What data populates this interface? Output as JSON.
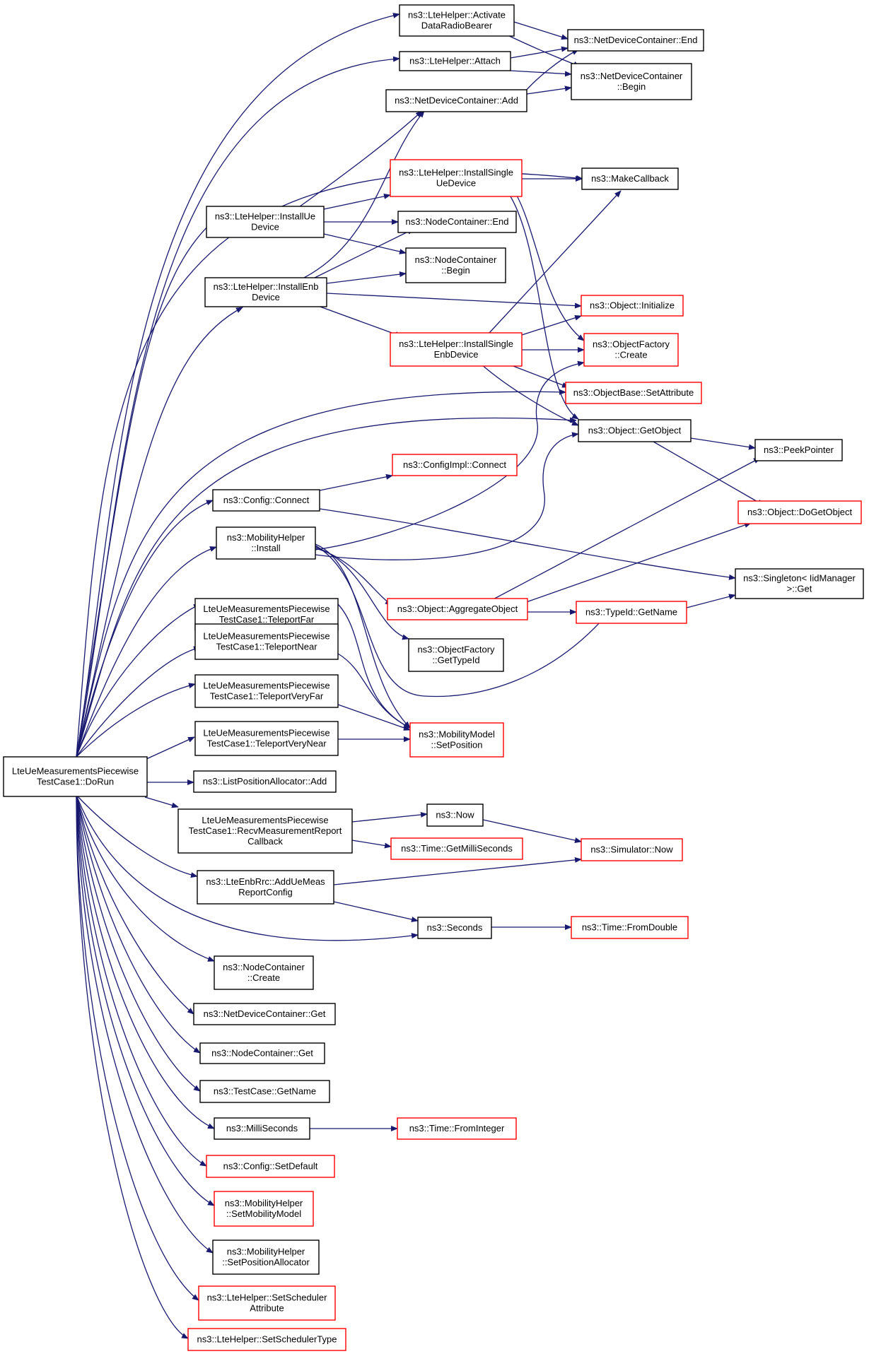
{
  "colors": {
    "edge": "#191970",
    "normal_border": "#000000",
    "incomplete_border": "#ff0000",
    "root_fill": "#bfbfbf",
    "node_fill": "#ffffff"
  },
  "nodes": [
    {
      "id": "dorun",
      "lines": [
        "LteUeMeasurementsPiecewise",
        "TestCase1::DoRun"
      ],
      "style": "root"
    },
    {
      "id": "activate",
      "lines": [
        "ns3::LteHelper::Activate",
        "DataRadioBearer"
      ],
      "style": "normal"
    },
    {
      "id": "attach",
      "lines": [
        "ns3::LteHelper::Attach"
      ],
      "style": "normal"
    },
    {
      "id": "ndcadd",
      "lines": [
        "ns3::NetDeviceContainer::Add"
      ],
      "style": "normal"
    },
    {
      "id": "ndcend",
      "lines": [
        "ns3::NetDeviceContainer::End"
      ],
      "style": "normal"
    },
    {
      "id": "ndcbegin",
      "lines": [
        "ns3::NetDeviceContainer",
        "::Begin"
      ],
      "style": "normal"
    },
    {
      "id": "installue",
      "lines": [
        "ns3::LteHelper::InstallUe",
        "Device"
      ],
      "style": "normal"
    },
    {
      "id": "installsingleue",
      "lines": [
        "ns3::LteHelper::InstallSingle",
        "UeDevice"
      ],
      "style": "incomplete"
    },
    {
      "id": "makecallback",
      "lines": [
        "ns3::MakeCallback"
      ],
      "style": "normal"
    },
    {
      "id": "ncend",
      "lines": [
        "ns3::NodeContainer::End"
      ],
      "style": "normal"
    },
    {
      "id": "ncbegin",
      "lines": [
        "ns3::NodeContainer",
        "::Begin"
      ],
      "style": "normal"
    },
    {
      "id": "installenb",
      "lines": [
        "ns3::LteHelper::InstallEnb",
        "Device"
      ],
      "style": "normal"
    },
    {
      "id": "objinit",
      "lines": [
        "ns3::Object::Initialize"
      ],
      "style": "incomplete"
    },
    {
      "id": "installsingleenb",
      "lines": [
        "ns3::LteHelper::InstallSingle",
        "EnbDevice"
      ],
      "style": "incomplete"
    },
    {
      "id": "objfactorycreate",
      "lines": [
        "ns3::ObjectFactory",
        "::Create"
      ],
      "style": "incomplete"
    },
    {
      "id": "setattr",
      "lines": [
        "ns3::ObjectBase::SetAttribute"
      ],
      "style": "incomplete"
    },
    {
      "id": "getobject",
      "lines": [
        "ns3::Object::GetObject"
      ],
      "style": "normal"
    },
    {
      "id": "peekpointer",
      "lines": [
        "ns3::PeekPointer"
      ],
      "style": "normal"
    },
    {
      "id": "configimplconnect",
      "lines": [
        "ns3::ConfigImpl::Connect"
      ],
      "style": "incomplete"
    },
    {
      "id": "configconnect",
      "lines": [
        "ns3::Config::Connect"
      ],
      "style": "normal"
    },
    {
      "id": "dogetobject",
      "lines": [
        "ns3::Object::DoGetObject"
      ],
      "style": "incomplete"
    },
    {
      "id": "mobinstall",
      "lines": [
        "ns3::MobilityHelper",
        "::Install"
      ],
      "style": "normal"
    },
    {
      "id": "singleton",
      "lines": [
        "ns3::Singleton< IidManager",
        ">::Get"
      ],
      "style": "normal"
    },
    {
      "id": "teleportfar",
      "lines": [
        "LteUeMeasurementsPiecewise",
        "TestCase1::TeleportFar"
      ],
      "style": "normal"
    },
    {
      "id": "aggregate",
      "lines": [
        "ns3::Object::AggregateObject"
      ],
      "style": "incomplete"
    },
    {
      "id": "typeidgetname",
      "lines": [
        "ns3::TypeId::GetName"
      ],
      "style": "incomplete"
    },
    {
      "id": "teleportnear",
      "lines": [
        "LteUeMeasurementsPiecewise",
        "TestCase1::TeleportNear"
      ],
      "style": "normal"
    },
    {
      "id": "objfactorygettypeid",
      "lines": [
        "ns3::ObjectFactory",
        "::GetTypeId"
      ],
      "style": "normal"
    },
    {
      "id": "teleportveryfar",
      "lines": [
        "LteUeMeasurementsPiecewise",
        "TestCase1::TeleportVeryFar"
      ],
      "style": "normal"
    },
    {
      "id": "setposition",
      "lines": [
        "ns3::MobilityModel",
        "::SetPosition"
      ],
      "style": "incomplete"
    },
    {
      "id": "teleportverynear",
      "lines": [
        "LteUeMeasurementsPiecewise",
        "TestCase1::TeleportVeryNear"
      ],
      "style": "normal"
    },
    {
      "id": "listposadd",
      "lines": [
        "ns3::ListPositionAllocator::Add"
      ],
      "style": "normal"
    },
    {
      "id": "recvmeas",
      "lines": [
        "LteUeMeasurementsPiecewise",
        "TestCase1::RecvMeasurementReport",
        "Callback"
      ],
      "style": "normal"
    },
    {
      "id": "now",
      "lines": [
        "ns3::Now"
      ],
      "style": "normal"
    },
    {
      "id": "getmilliseconds",
      "lines": [
        "ns3::Time::GetMilliSeconds"
      ],
      "style": "incomplete"
    },
    {
      "id": "simnow",
      "lines": [
        "ns3::Simulator::Now"
      ],
      "style": "incomplete"
    },
    {
      "id": "adduemeas",
      "lines": [
        "ns3::LteEnbRrc::AddUeMeas",
        "ReportConfig"
      ],
      "style": "normal"
    },
    {
      "id": "seconds",
      "lines": [
        "ns3::Seconds"
      ],
      "style": "normal"
    },
    {
      "id": "fromdouble",
      "lines": [
        "ns3::Time::FromDouble"
      ],
      "style": "incomplete"
    },
    {
      "id": "nccreate",
      "lines": [
        "ns3::NodeContainer",
        "::Create"
      ],
      "style": "normal"
    },
    {
      "id": "ndcget",
      "lines": [
        "ns3::NetDeviceContainer::Get"
      ],
      "style": "normal"
    },
    {
      "id": "ncget",
      "lines": [
        "ns3::NodeContainer::Get"
      ],
      "style": "normal"
    },
    {
      "id": "testcasegetname",
      "lines": [
        "ns3::TestCase::GetName"
      ],
      "style": "normal"
    },
    {
      "id": "milliseconds",
      "lines": [
        "ns3::MilliSeconds"
      ],
      "style": "normal"
    },
    {
      "id": "frominteger",
      "lines": [
        "ns3::Time::FromInteger"
      ],
      "style": "incomplete"
    },
    {
      "id": "setdefault",
      "lines": [
        "ns3::Config::SetDefault"
      ],
      "style": "incomplete"
    },
    {
      "id": "setmobilitymodel",
      "lines": [
        "ns3::MobilityHelper",
        "::SetMobilityModel"
      ],
      "style": "incomplete"
    },
    {
      "id": "setposalloc",
      "lines": [
        "ns3::MobilityHelper",
        "::SetPositionAllocator"
      ],
      "style": "normal"
    },
    {
      "id": "setschedattr",
      "lines": [
        "ns3::LteHelper::SetScheduler",
        "Attribute"
      ],
      "style": "incomplete"
    },
    {
      "id": "setschedtype",
      "lines": [
        "ns3::LteHelper::SetSchedulerType"
      ],
      "style": "incomplete"
    }
  ]
}
